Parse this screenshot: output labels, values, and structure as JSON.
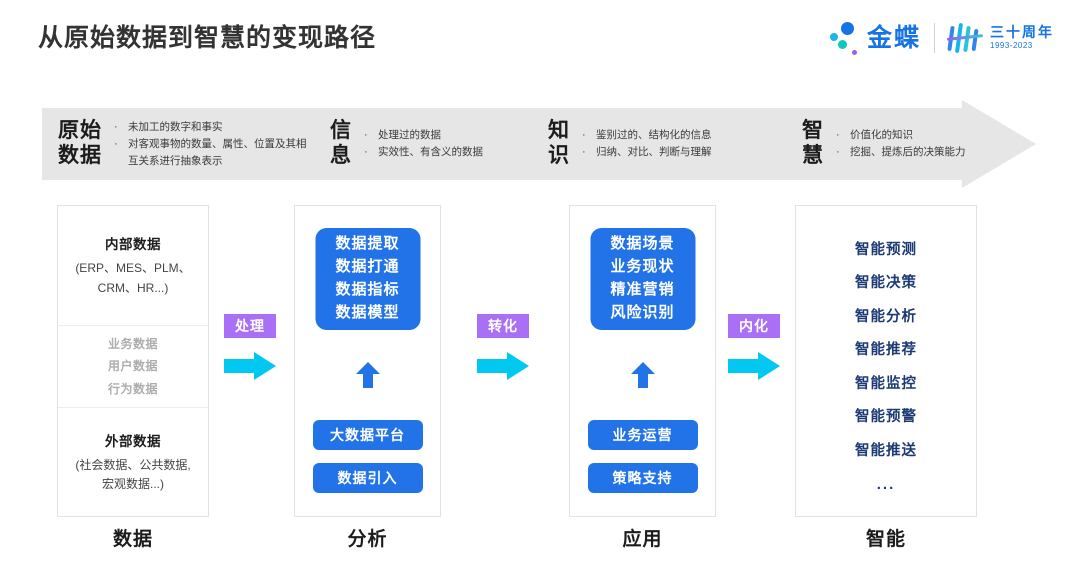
{
  "header": {
    "title": "从原始数据到智慧的变现路径",
    "brand": {
      "name": "金蝶",
      "anniversary_cn": "三十周年",
      "anniversary_years": "1993-2023"
    }
  },
  "banner": {
    "stages": [
      {
        "name_line1": "原始",
        "name_line2": "数据",
        "bullets": [
          "未加工的数字和事实",
          "对客观事物的数量、属性、位置及其相互关系进行抽象表示"
        ]
      },
      {
        "name_line1": "信",
        "name_line2": "息",
        "bullets": [
          "处理过的数据",
          "实效性、有含义的数据"
        ]
      },
      {
        "name_line1": "知",
        "name_line2": "识",
        "bullets": [
          "鉴别过的、结构化的信息",
          "归纳、对比、判断与理解"
        ]
      },
      {
        "name_line1": "智",
        "name_line2": "慧",
        "bullets": [
          "价值化的知识",
          "挖掘、提炼后的决策能力"
        ]
      }
    ]
  },
  "columns": {
    "data": {
      "caption": "数据",
      "internal_title": "内部数据",
      "internal_sub_line1": "(ERP、MES、PLM、",
      "internal_sub_line2": "CRM、HR...)",
      "middle_items": [
        "业务数据",
        "用户数据",
        "行为数据"
      ],
      "external_title": "外部数据",
      "external_sub_line1": "(社会数据、公共数据,",
      "external_sub_line2": "宏观数据...)"
    },
    "analysis": {
      "caption": "分析",
      "panel_items": [
        "数据提取",
        "数据打通",
        "数据指标",
        "数据模型"
      ],
      "pill_a": "大数据平台",
      "pill_b": "数据引入"
    },
    "apply": {
      "caption": "应用",
      "panel_items": [
        "数据场景",
        "业务现状",
        "精准营销",
        "风险识别"
      ],
      "pill_a": "业务运营",
      "pill_b": "策略支持"
    },
    "intelligence": {
      "caption": "智能",
      "items": [
        "智能预测",
        "智能决策",
        "智能分析",
        "智能推荐",
        "智能监控",
        "智能预警",
        "智能推送"
      ],
      "ellipsis": "..."
    }
  },
  "connectors": [
    {
      "label": "处理"
    },
    {
      "label": "转化"
    },
    {
      "label": "内化"
    }
  ],
  "colors": {
    "brand_blue": "#1573e6",
    "panel_blue": "#2272e8",
    "badge_purple": "#a96ff5",
    "arrow_cyan": "#00c8f0",
    "banner_grey": "#e6e6e6",
    "intel_navy": "#1c3a73"
  }
}
